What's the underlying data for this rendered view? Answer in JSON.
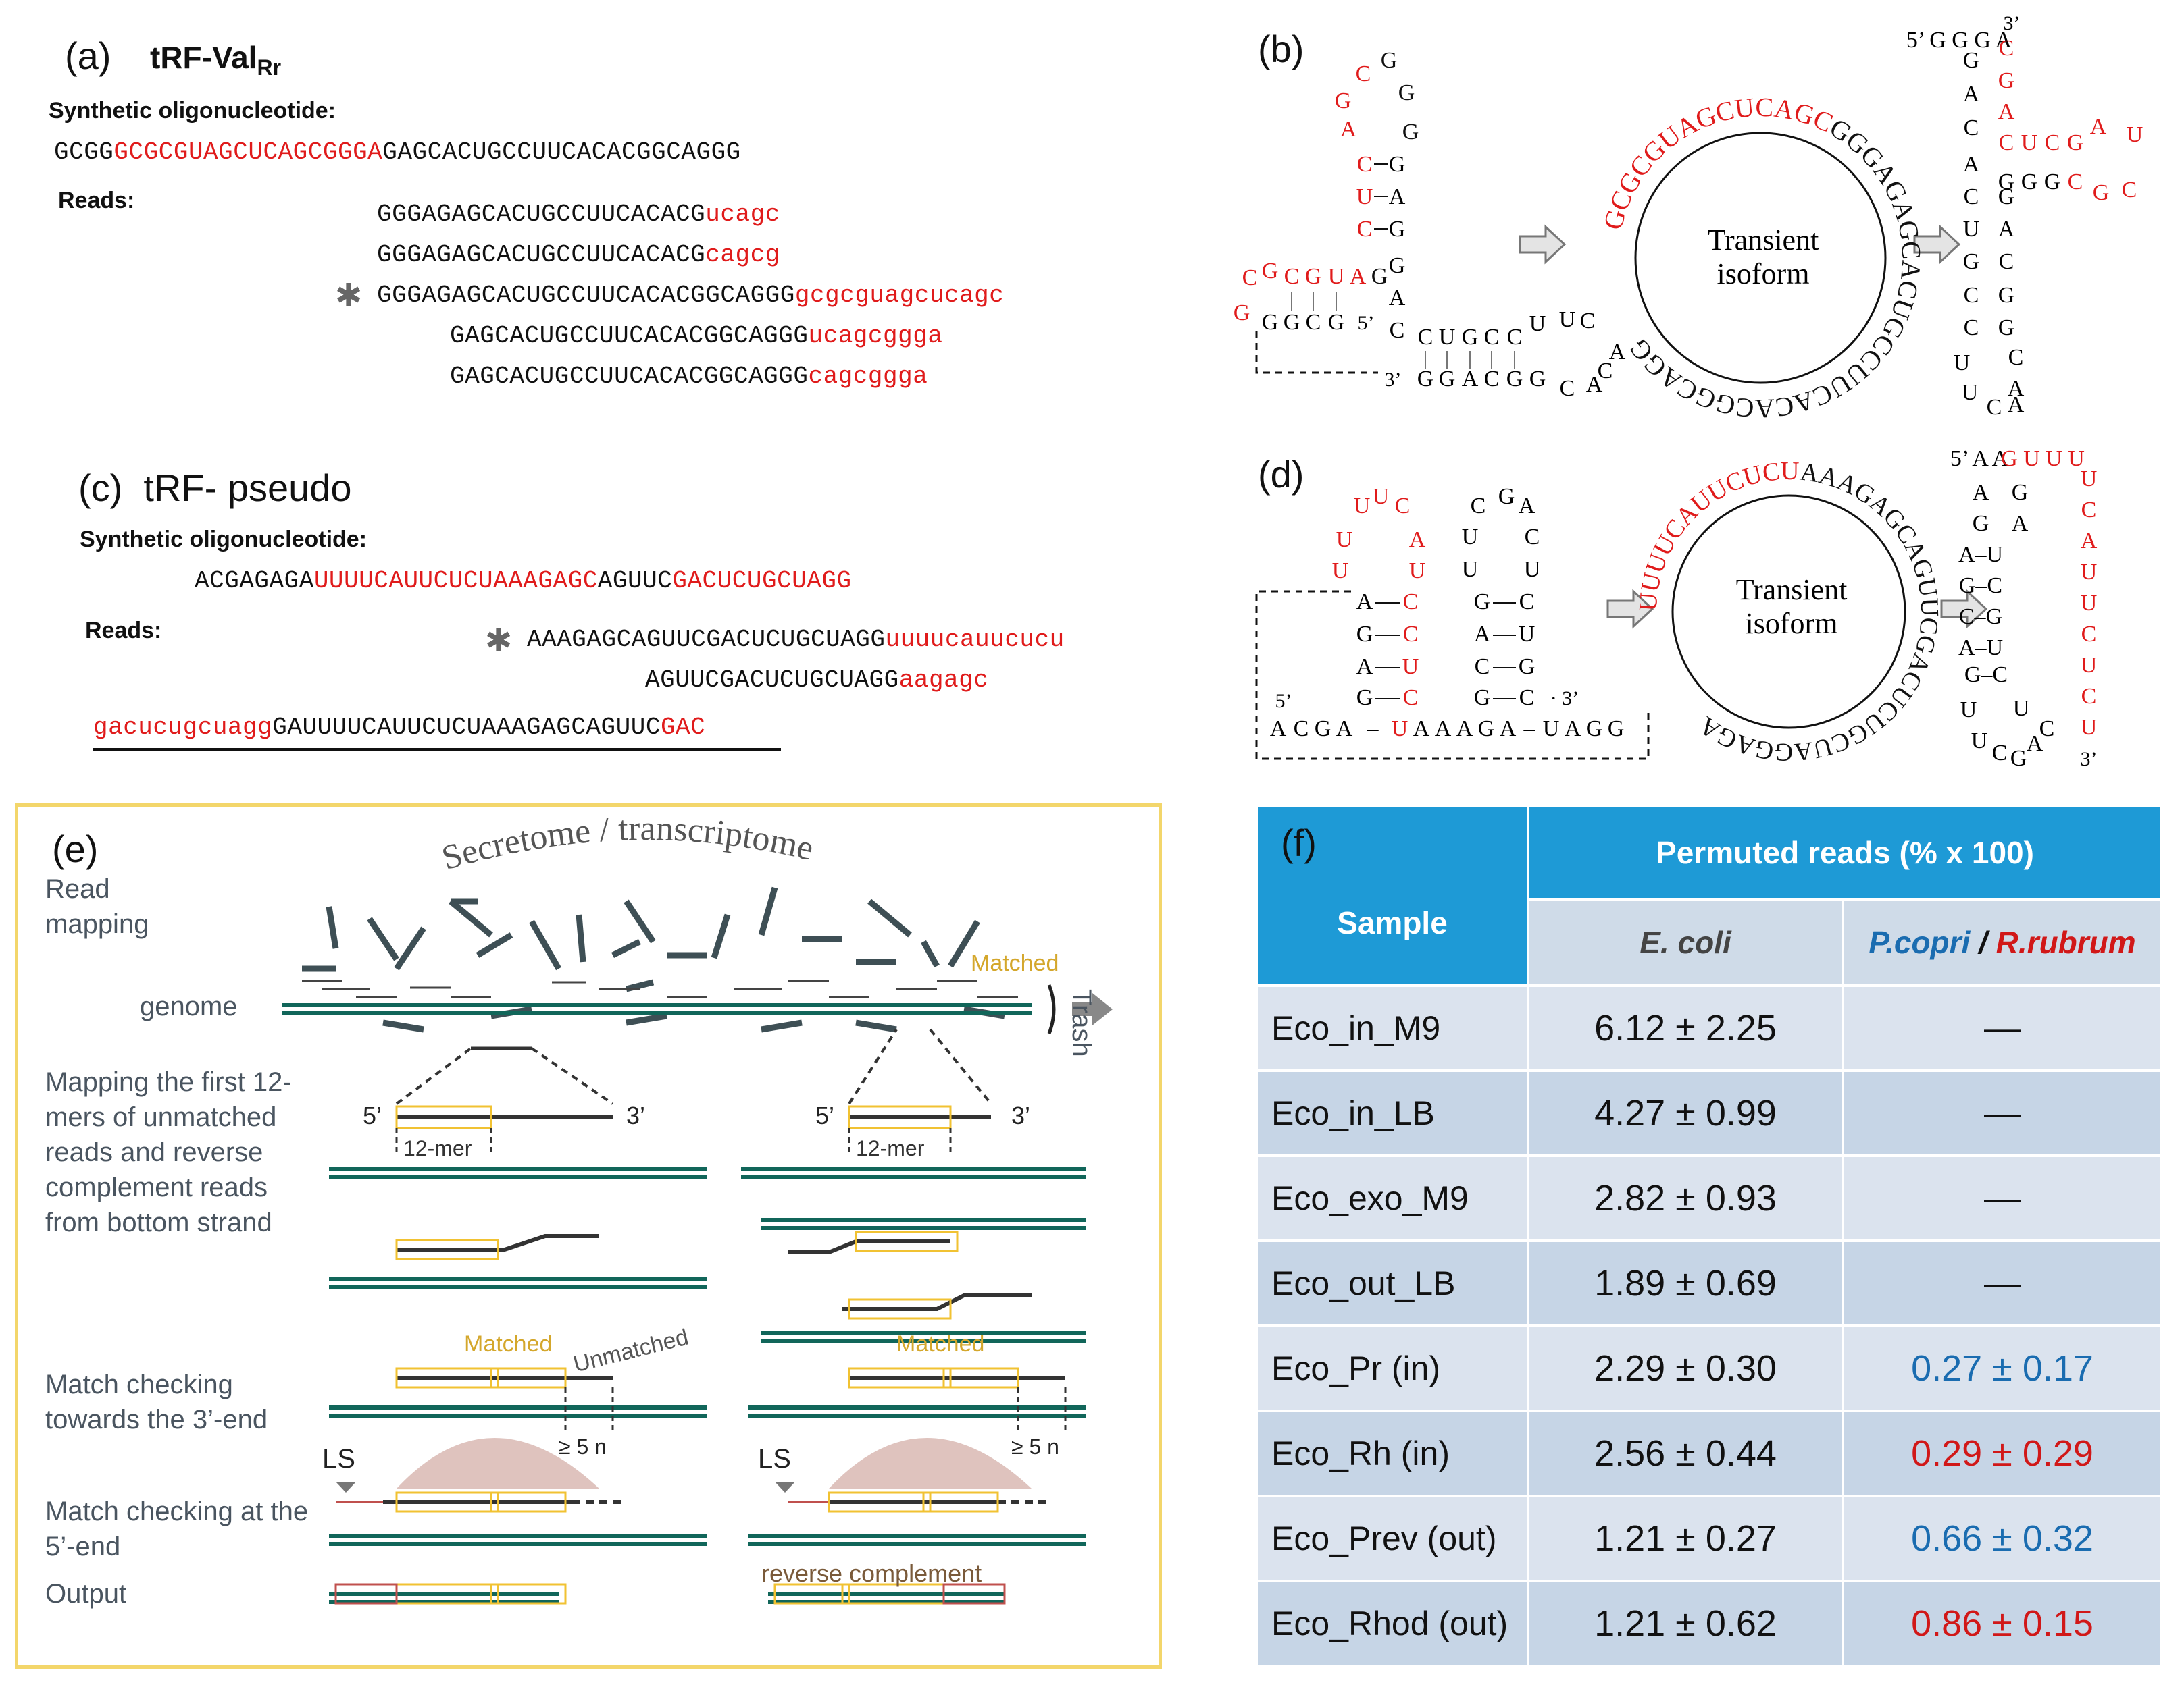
{
  "panel_a": {
    "label": "(a)",
    "title": "tRF-Val",
    "title_sub": "Rr",
    "synth_label": "Synthetic oligonucleotide:",
    "synth_prefix": "GCGG",
    "synth_red": "GCGCGUAGCUCAGCGGGA",
    "synth_suffix": "GAGCACUGCCUUCACACGGCAGGG",
    "reads_label": "Reads:",
    "star": "✱",
    "reads": [
      {
        "black": "GGGAGAGCACUGCCUUCACACG",
        "red": "ucagc"
      },
      {
        "black": "GGGAGAGCACUGCCUUCACACG",
        "red": "cagcg"
      },
      {
        "black": "GGGAGAGCACUGCCUUCACACGGCAGGG",
        "red": "gcgcguagcucagc"
      },
      {
        "black": "GAGCACUGCCUUCACACGGCAGGG",
        "red": "ucagcggga"
      },
      {
        "black": "GAGCACUGCCUUCACACGGCAGGG",
        "red": "cagcggga"
      }
    ]
  },
  "panel_c": {
    "label": "(c)",
    "title": "tRF- pseudo",
    "synth_label": "Synthetic oligonucleotide:",
    "synth_1": "ACGAGAGA",
    "synth_2_red": "UUUUCAUUCUCUAAAGAGC",
    "synth_3": "AGUUC",
    "synth_4_red": "GACUCUGCUAGG",
    "reads_label": "Reads:",
    "star": "✱",
    "read1_black": "AAAGAGCAGUUCGACUCUGCUAGG",
    "read1_red": "uuuucauucucu",
    "read2_black": "AGUUCGACUCUGCUAGG",
    "read2_red": "aagagc",
    "read3_red1": "gacucugcuagg",
    "read3_black": "GAUUUUCAUUCUCUAAAGAGCAGUUC",
    "read3_red2": "GAC"
  },
  "panel_b": {
    "label": "(b)",
    "transient": "Transient",
    "isoform": "isoform",
    "ring_black": "GGGAGAGCACUGCCUUCACACGGCAGG",
    "ring_red": "GCGCGUAGCUCAGC",
    "five": "5’",
    "three": "3’"
  },
  "panel_d": {
    "label": "(d)",
    "transient": "Transient",
    "isoform": "isoform",
    "ring_black": "AAAGAGCAGUUCGACUCUGCUAGGAGA",
    "ring_red": "UUUUCAUUCUCU"
  },
  "panel_e": {
    "label": "(e)",
    "arc_text": "Secretome / transcriptome",
    "read_mapping": "Read mapping",
    "genome": "genome",
    "matched": "Matched",
    "trash": "Trash",
    "mapping_text": "Mapping the first 12-mers of unmatched reads and reverse complement reads from bottom strand",
    "twelve_mer": "12-mer",
    "five": "5’",
    "three": "3’",
    "match_checking_3": "Match checking towards the 3’-end",
    "unmatched": "Unmatched",
    "ge5n": "≥ 5 n",
    "match_checking_5": "Match checking at the 5’-end",
    "ls": "LS",
    "output": "Output",
    "reverse_complement": "reverse complement"
  },
  "panel_f": {
    "label": "(f)",
    "header_sample": "Sample",
    "header_permuted": "Permuted reads (% x 100)",
    "col_ecoli": "E. coli",
    "col_pcopri": "P.copri",
    "col_slash": " / ",
    "col_rrubrum": "R.rubrum",
    "rows": [
      {
        "sample": "Eco_in_M9",
        "ecoli": "6.12 ± 2.25",
        "other": "—",
        "color": "#111111"
      },
      {
        "sample": "Eco_in_LB",
        "ecoli": "4.27 ± 0.99",
        "other": "—",
        "color": "#111111"
      },
      {
        "sample": "Eco_exo_M9",
        "ecoli": "2.82 ± 0.93",
        "other": "—",
        "color": "#111111"
      },
      {
        "sample": "Eco_out_LB",
        "ecoli": "1.89 ± 0.69",
        "other": "—",
        "color": "#111111"
      },
      {
        "sample": "Eco_Pr (in)",
        "ecoli": "2.29 ± 0.30",
        "other": "0.27 ± 0.17",
        "color": "#1a6cb0"
      },
      {
        "sample": "Eco_Rh (in)",
        "ecoli": "2.56 ± 0.44",
        "other": "0.29 ± 0.29",
        "color": "#d11818"
      },
      {
        "sample": "Eco_Prev (out)",
        "ecoli": "1.21 ± 0.27",
        "other": "0.66 ± 0.32",
        "color": "#1a6cb0"
      },
      {
        "sample": "Eco_Rhod (out)",
        "ecoli": "1.21 ± 0.62",
        "other": "0.86 ± 0.15",
        "color": "#d11818"
      }
    ]
  }
}
